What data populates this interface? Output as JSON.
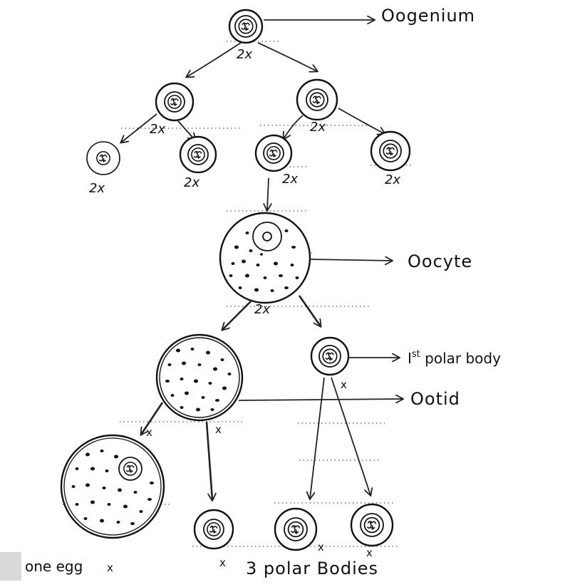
{
  "labels": {
    "oogonium": "Oogenium",
    "oocyte": "Oocyte",
    "first_polar_body": "I",
    "first_polar_body_sup": "st",
    "first_polar_body_rest": " polar body",
    "ootid": "Ootid",
    "one_egg": "one egg",
    "polar_bodies": "3 polar Bodies"
  },
  "ploidy": {
    "two_x": "2x",
    "x": "x"
  }
}
